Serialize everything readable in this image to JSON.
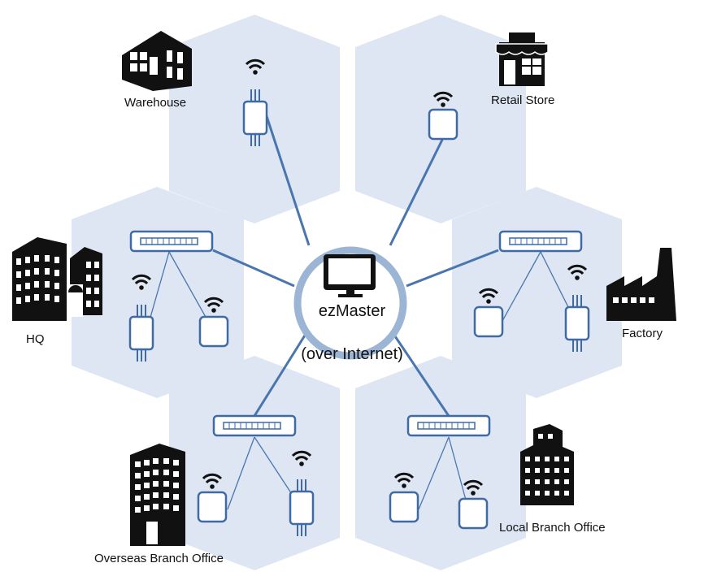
{
  "center": {
    "name": "ezMaster",
    "subtitle": "(over Internet)",
    "icon": "monitor-icon"
  },
  "sites": [
    {
      "id": "warehouse",
      "label": "Warehouse",
      "icon": "warehouse-icon"
    },
    {
      "id": "retail",
      "label": "Retail Store",
      "icon": "store-icon"
    },
    {
      "id": "hq",
      "label": "HQ",
      "icon": "office-building-icon"
    },
    {
      "id": "factory",
      "label": "Factory",
      "icon": "factory-icon"
    },
    {
      "id": "overseas",
      "label": "Overseas Branch Office",
      "icon": "tower-building-icon"
    },
    {
      "id": "local",
      "label": "Local Branch Office",
      "icon": "stepped-building-icon"
    }
  ],
  "colors": {
    "hex_fill": "#dde6f2",
    "link": "#4a76b0",
    "device_stroke": "#3f6aa6",
    "ring": "#9db5d5",
    "icon_black": "#111111"
  }
}
